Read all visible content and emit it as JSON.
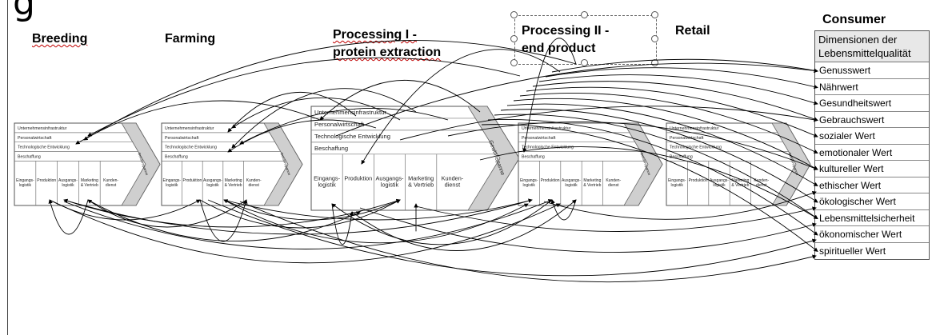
{
  "stages": [
    {
      "id": "breeding",
      "title": "Breeding"
    },
    {
      "id": "farming",
      "title": "Farming"
    },
    {
      "id": "processing1",
      "title": "Processing I -\nprotein extraction"
    },
    {
      "id": "processing2",
      "title": "Processing II -\nend product"
    },
    {
      "id": "retail",
      "title": "Retail"
    }
  ],
  "consumer": {
    "title": "Consumer",
    "table_header": "Dimensionen der Lebensmittelqualität",
    "rows": [
      "Genusswert",
      "Nährwert",
      "Gesundheitswert",
      "Gebrauchswert",
      "sozialer Wert",
      "emotionaler Wert",
      "kultureller Wert",
      "ethischer Wert",
      "ökologischer Wert",
      "Lebensmittelsicherheit",
      "ökonomischer Wert",
      "spiritueller Wert"
    ]
  },
  "value_chain": {
    "support": [
      "Unternehmensinfrastruktur",
      "Personalwirtschaft",
      "Technologische Entwicklung",
      "Beschaffung"
    ],
    "primary": [
      "Eingangs-\nlogistik",
      "Produktion",
      "Ausgangs-\nlogistik",
      "Marketing\n& Vertrieb",
      "Kunden-\ndienst"
    ],
    "margin": "Gewinnspanne"
  }
}
